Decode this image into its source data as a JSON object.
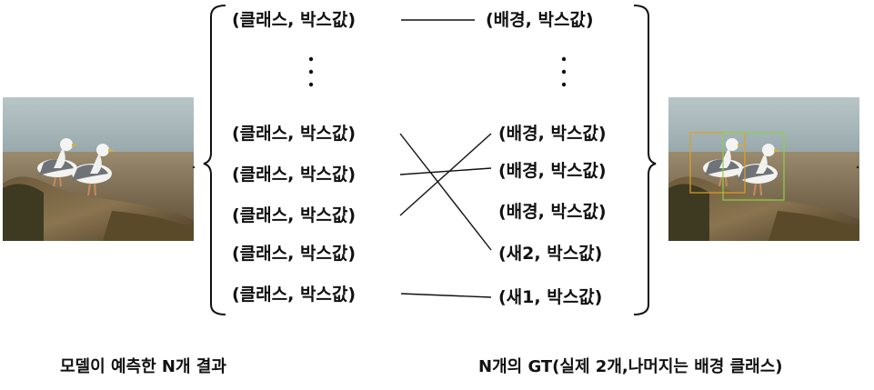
{
  "predictions": [
    "(클래스, 박스값)",
    "(클래스, 박스값)",
    "(클래스, 박스값)",
    "(클래스, 박스값)",
    "(클래스, 박스값)",
    "(클래스, 박스값)"
  ],
  "ground_truth": [
    "(배경, 박스값)",
    "(배경, 박스값)",
    "(배경, 박스값)",
    "(배경, 박스값)",
    "(새2, 박스값)",
    "(새1, 박스값)"
  ],
  "captions": {
    "left": "모델이 예측한 N개 결과",
    "right": "N개의 GT(실제 2개,나머지는 배경 클래스)"
  },
  "colors": {
    "box_bird2": "#e0a020",
    "box_bird1": "#8cd048"
  }
}
